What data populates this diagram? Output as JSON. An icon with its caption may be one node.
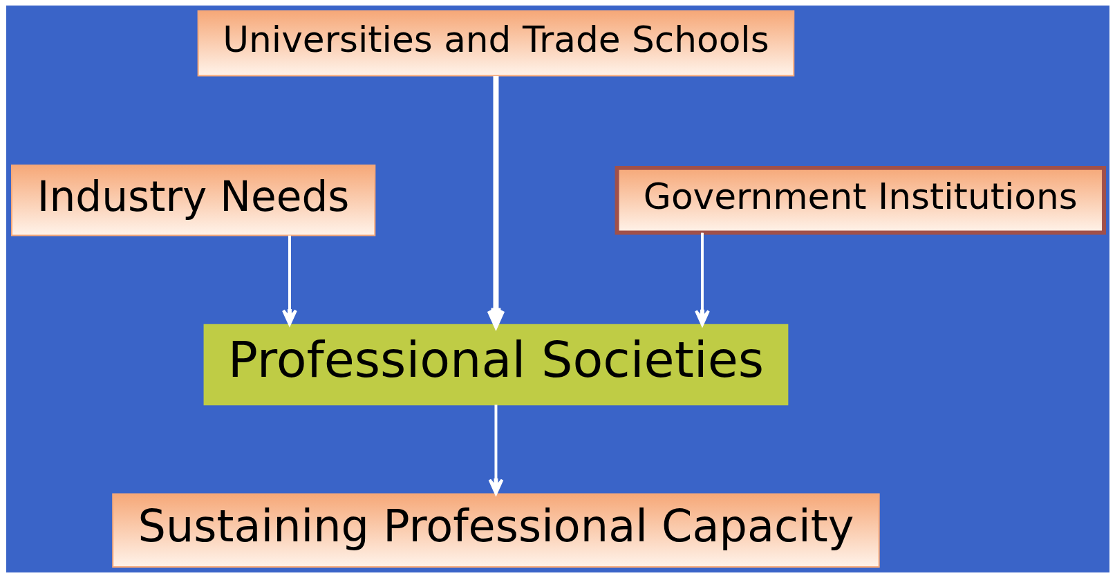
{
  "diagram": {
    "nodes": [
      {
        "text": [
          "Universities and Trade Schools"
        ]
      },
      {
        "text": [
          "Government Institutions"
        ]
      },
      {
        "text": [
          "Industry Needs"
        ]
      },
      {
        "text": [
          "Professional Societies"
        ]
      },
      {
        "text": [
          "Sustaining Professional Capacity"
        ]
      }
    ],
    "edges": [
      {
        "from": 0,
        "to": 3,
        "arrow": "to",
        "style": "thick"
      },
      {
        "from": 1,
        "to": 3,
        "arrow": "to"
      },
      {
        "from": 2,
        "to": 3,
        "arrow": "to"
      },
      {
        "from": 3,
        "to": 4,
        "arrow": "to"
      }
    ]
  }
}
